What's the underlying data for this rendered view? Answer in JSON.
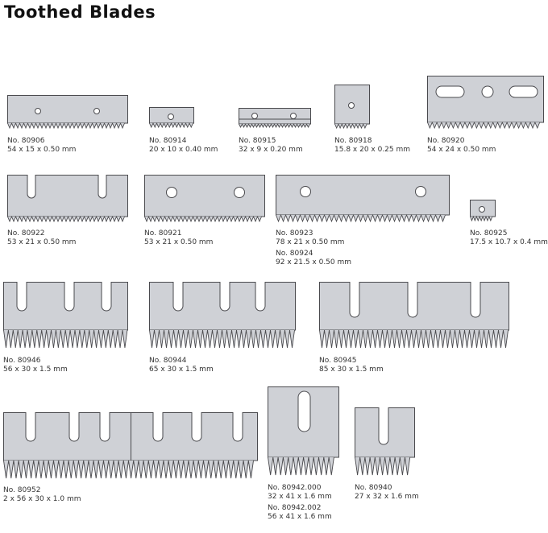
{
  "page": {
    "title": "Toothed Blades"
  },
  "blades": [
    {
      "id": "b80906",
      "number": "No. 80906",
      "size": "54 x 15 x 0.50 mm"
    },
    {
      "id": "b80914",
      "number": "No. 80914",
      "size": "20 x 10 x 0.40 mm"
    },
    {
      "id": "b80915",
      "number": "No. 80915",
      "size": "32 x 9 x 0.20 mm"
    },
    {
      "id": "b80918",
      "number": "No. 80918",
      "size": "15.8 x 20 x 0.25 mm"
    },
    {
      "id": "b80920",
      "number": "No. 80920",
      "size": "54 x 24 x 0.50 mm"
    },
    {
      "id": "b80922",
      "number": "No. 80922",
      "size": "53 x 21 x 0.50 mm"
    },
    {
      "id": "b80921",
      "number": "No. 80921",
      "size": "53 x 21 x 0.50 mm"
    },
    {
      "id": "b80923",
      "number": "No. 80923",
      "size": "78 x 21 x 0.50 mm",
      "number2": "No. 80924",
      "size2": "92 x 21.5 x 0.50 mm"
    },
    {
      "id": "b80925",
      "number": "No. 80925",
      "size": "17.5 x 10.7 x 0.4 mm"
    },
    {
      "id": "b80946",
      "number": "No. 80946",
      "size": "56 x 30 x 1.5 mm"
    },
    {
      "id": "b80944",
      "number": "No. 80944",
      "size": "65 x 30 x 1.5 mm"
    },
    {
      "id": "b80945",
      "number": "No. 80945",
      "size": "85 x 30 x 1.5 mm"
    },
    {
      "id": "b80952",
      "number": "No. 80952",
      "size": "2 x  56 x 30 x 1.0 mm"
    },
    {
      "id": "b80942",
      "number": "No. 80942.000",
      "size": "32 x 41 x 1.6 mm",
      "number2": "No. 80942.002",
      "size2": "56 x 41 x 1.6 mm"
    },
    {
      "id": "b80940",
      "number": "No. 80940",
      "size": "27 x 32 x 1.6 mm"
    }
  ]
}
